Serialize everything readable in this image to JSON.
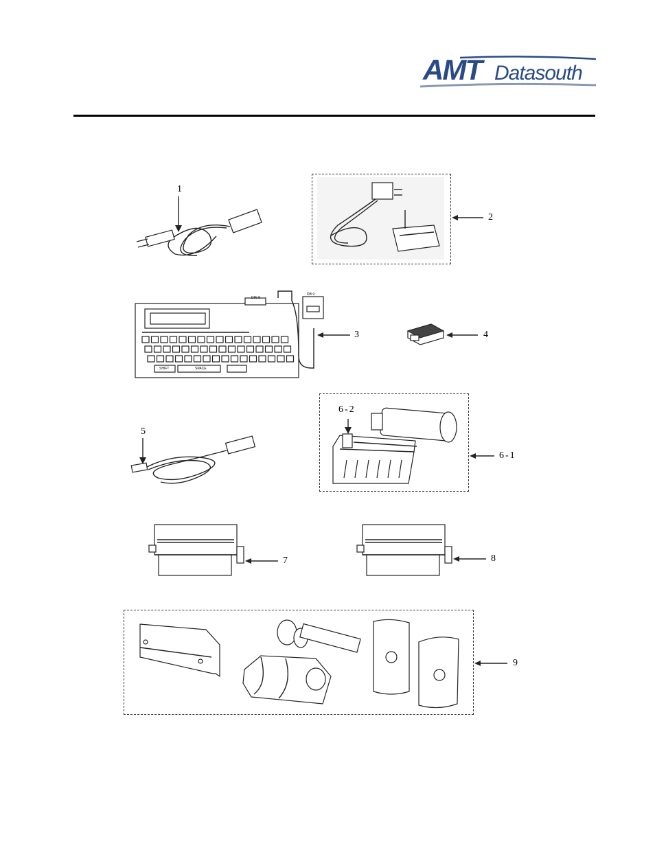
{
  "logo": {
    "brand_bold": "AMT",
    "brand_rest": "Datasouth",
    "brand_color": "#2a4a86"
  },
  "callouts": {
    "c1": "1",
    "c2": "2",
    "c3": "3",
    "c4": "4",
    "c5": "5",
    "c6_1": "6-1",
    "c6_2": "6-2",
    "c7": "7",
    "c8": "8",
    "c9": "9"
  },
  "keyboard": {
    "port_label": "DIN 9",
    "connector_label": "DB 9",
    "key_shift": "SHIFT",
    "key_space": "SPACE"
  },
  "icons": [
    "power-cord-icon",
    "power-adapter-icon",
    "keyboard-module-icon",
    "serial-adapter-icon",
    "usb-cable-icon",
    "media-roll-holder-icon",
    "cutter-module-icon",
    "peeler-module-icon",
    "accessory-kit-icon"
  ]
}
